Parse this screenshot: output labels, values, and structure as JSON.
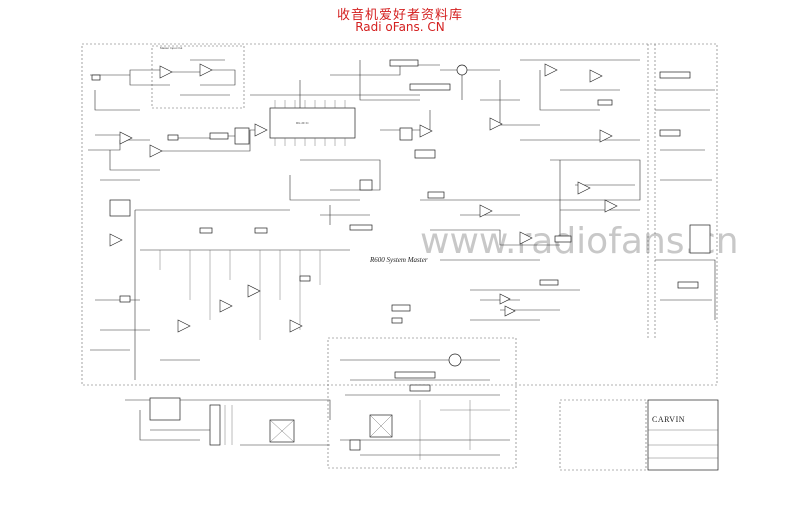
{
  "header": {
    "line1": "收音机爱好者资料库",
    "line2": "Radi oFans. CN"
  },
  "schematic": {
    "title": "R600 System Master",
    "watermark": "www.radiofans.cn"
  },
  "title_block": {
    "brand": "CARVIN"
  },
  "colors": {
    "header": "#d42020",
    "ink": "#222222",
    "watermark": "#c8c8c8"
  }
}
